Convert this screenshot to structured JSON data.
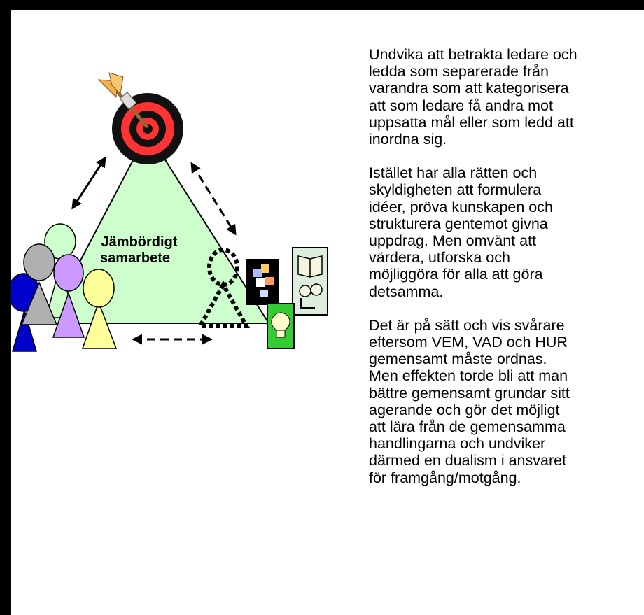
{
  "diagram": {
    "center_label_line1": "Jämbördigt",
    "center_label_line2": "samarbete",
    "colors": {
      "triangle": "#ccffcc",
      "target_outer": "#000000",
      "target_ring": "#ff3333",
      "figure_blue": "#0000cc",
      "figure_gray": "#b0b0b0",
      "figure_purple": "#cc99ff",
      "figure_yellow": "#ffff99",
      "figure_lightgreen": "#ccffcc"
    },
    "icons": [
      "dart-target-icon",
      "people-group-icon",
      "dashed-person-icon",
      "puzzle-card-icon",
      "book-card-icon",
      "lightbulb-card-icon"
    ]
  },
  "text": {
    "paragraph1": "Undvika att betrakta ledare och\nledda som separerade från\nvarandra som att kategorisera\natt som ledare få andra mot\nuppsatta mål eller som ledd att\ninordna sig.",
    "paragraph2": "Istället har alla rätten och\nskyldigheten att formulera\nidéer, pröva kunskapen och\nstrukturera gentemot givna\nuppdrag. Men omvänt att\nvärdera, utforska och\nmöjliggöra för alla att göra\ndetsamma.",
    "paragraph3": "Det är på sätt och vis svårare\neftersom VEM, VAD och HUR\ngemensamt måste ordnas.\nMen effekten torde bli att man\nbättre gemensamt grundar sitt\nagerande och gör det möjligt\natt lära från de gemensamma\nhandlingarna och undviker\ndärmed en dualism i ansvaret\nför framgång/motgång."
  }
}
